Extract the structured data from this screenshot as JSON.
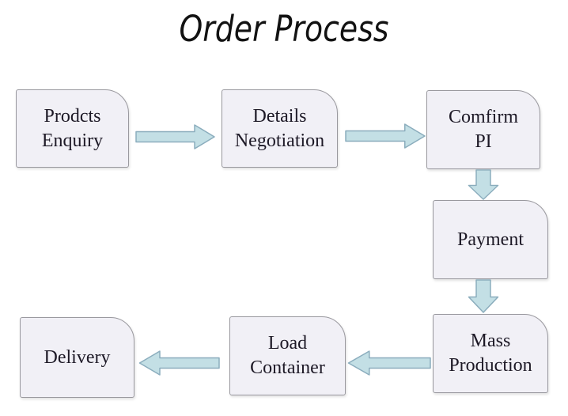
{
  "title": "Order Process",
  "colors": {
    "background": "#ffffff",
    "title_text": "#121212",
    "label_text": "#1d1926",
    "box_fill": "#f1f0f6",
    "box_border": "#9a999f",
    "arrow_fill": "#c3dfe5",
    "arrow_stroke": "#8badbd"
  },
  "nodes": {
    "products_enquiry": {
      "label": "Prodcts\nEnquiry"
    },
    "details_negotiation": {
      "label": "Details\nNegotiation"
    },
    "confirm_pi": {
      "label": "Comfirm\nPI"
    },
    "payment": {
      "label": "Payment"
    },
    "mass_production": {
      "label": "Mass\nProduction"
    },
    "load_container": {
      "label": "Load\nContainer"
    },
    "delivery": {
      "label": "Delivery"
    }
  },
  "arrows": [
    {
      "name": "enquiry-to-negotiation",
      "direction": "right"
    },
    {
      "name": "negotiation-to-confirm",
      "direction": "right"
    },
    {
      "name": "confirm-to-payment",
      "direction": "down"
    },
    {
      "name": "payment-to-production",
      "direction": "down"
    },
    {
      "name": "production-to-load",
      "direction": "left"
    },
    {
      "name": "load-to-delivery",
      "direction": "left"
    }
  ]
}
